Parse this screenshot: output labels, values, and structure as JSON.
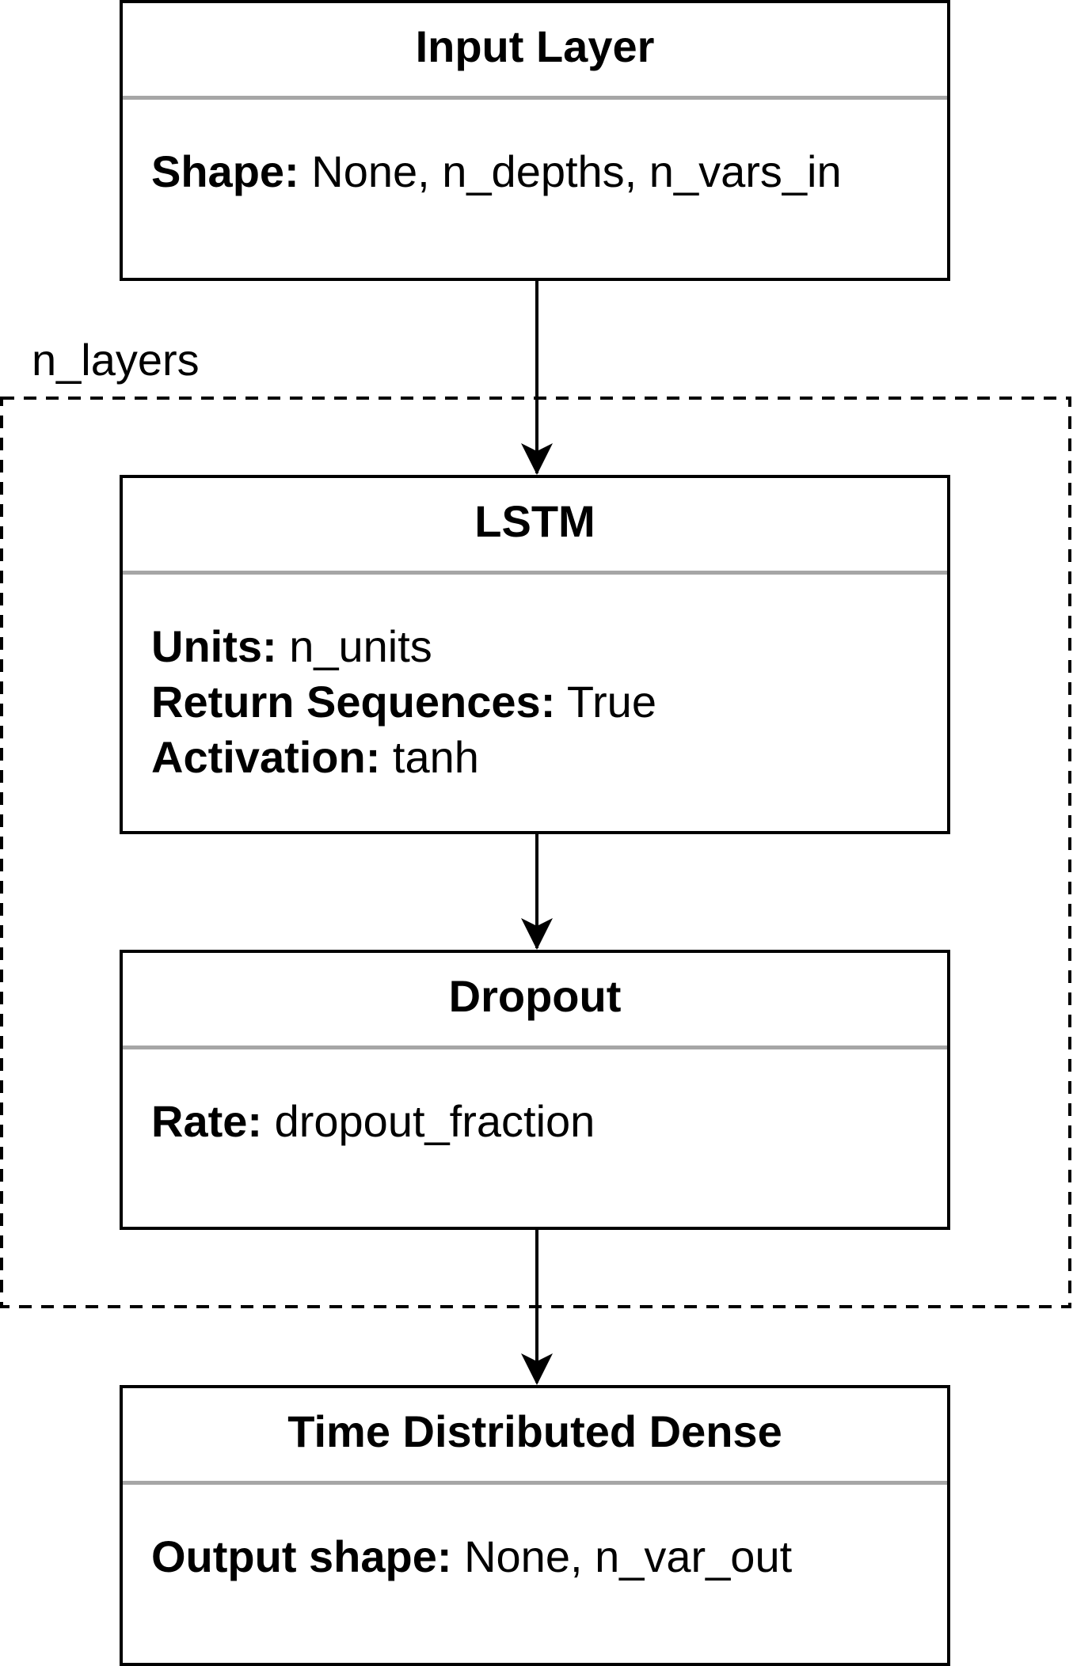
{
  "loop": {
    "label": "n_layers"
  },
  "layers": [
    {
      "title": "Input Layer",
      "properties": [
        {
          "key": "Shape:",
          "value": " None, n_depths, n_vars_in"
        }
      ]
    },
    {
      "title": "LSTM",
      "properties": [
        {
          "key": "Units:",
          "value": " n_units"
        },
        {
          "key": "Return Sequences:",
          "value": " True"
        },
        {
          "key": "Activation:",
          "value": " tanh"
        }
      ]
    },
    {
      "title": "Dropout",
      "properties": [
        {
          "key": "Rate:",
          "value": " dropout_fraction"
        }
      ]
    },
    {
      "title": "Time Distributed Dense",
      "properties": [
        {
          "key": "Output shape:",
          "value": " None, n_var_out"
        }
      ]
    }
  ],
  "colors": {
    "stroke": "#000000",
    "divider": "#a6a6a6",
    "background": "#ffffff"
  }
}
